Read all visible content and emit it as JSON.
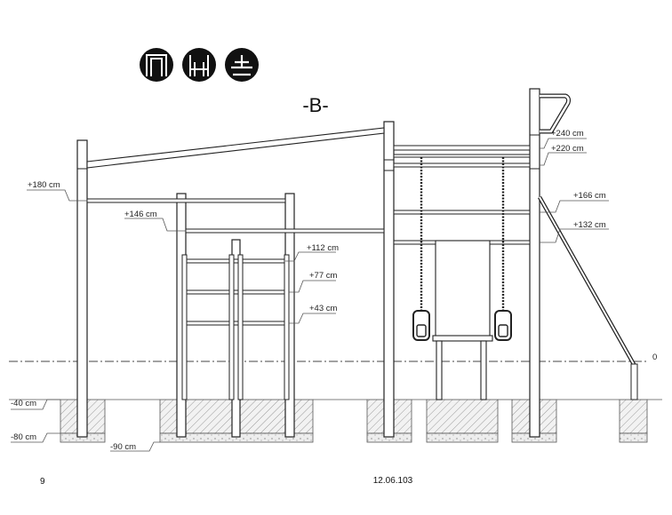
{
  "view_label": "-B-",
  "icons": [
    "pull-up-frame-icon",
    "parallel-bars-icon",
    "push-up-bar-icon"
  ],
  "levels": {
    "l240": "+240 cm",
    "l220": "+220 cm",
    "l180": "+180 cm",
    "l166": "+166 cm",
    "l146": "+146 cm",
    "l132": "+132 cm",
    "l112": "+112 cm",
    "l77": "+77 cm",
    "l43": "+43 cm",
    "l0": "0",
    "m40": "-40 cm",
    "m80": "-80 cm",
    "m90": "-90 cm"
  },
  "footer": {
    "page_number": "9",
    "doc_code": "12.06.103"
  }
}
